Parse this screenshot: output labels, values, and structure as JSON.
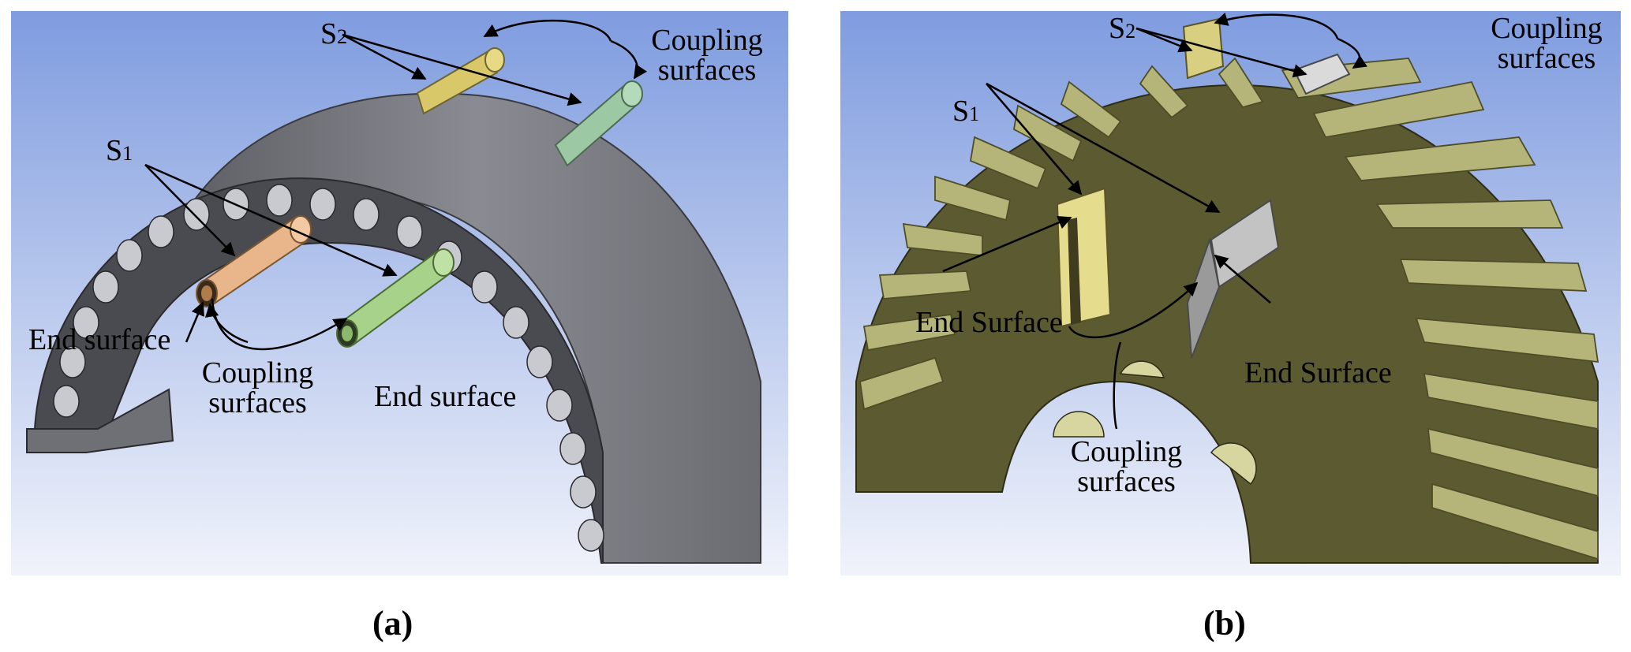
{
  "panel_a": {
    "caption": "(a)",
    "s2_label": "S",
    "s2_sub": "2",
    "s1_label": "S",
    "s1_sub": "1",
    "coupling_top": "Coupling surfaces",
    "coupling_bottom": "Coupling surfaces",
    "end_surface_left": "End surface",
    "end_surface_right": "End surface",
    "colors": {
      "frame": "#7b7c80",
      "conductor_s1": "#e9b58a",
      "conductor_s1_alt": "#a7d28a",
      "conductor_s2": "#d9c86a",
      "conductor_s2_alt": "#9cc9a4"
    }
  },
  "panel_b": {
    "caption": "(b)",
    "s2_label": "S",
    "s2_sub": "2",
    "s1_label": "S",
    "s1_sub": "1",
    "coupling_top": "Coupling surfaces",
    "coupling_bottom": "Coupling surfaces",
    "end_surface_left": "End Surface",
    "end_surface_right": "End Surface",
    "colors": {
      "core": "#5c5a30",
      "fin": "#b5b57a",
      "conductor_s1": "#e6dc8e",
      "conductor_alt": "#c3c3c3"
    }
  },
  "background": {
    "top": "#7f9cdf",
    "bottom": "#f1f3fb"
  }
}
